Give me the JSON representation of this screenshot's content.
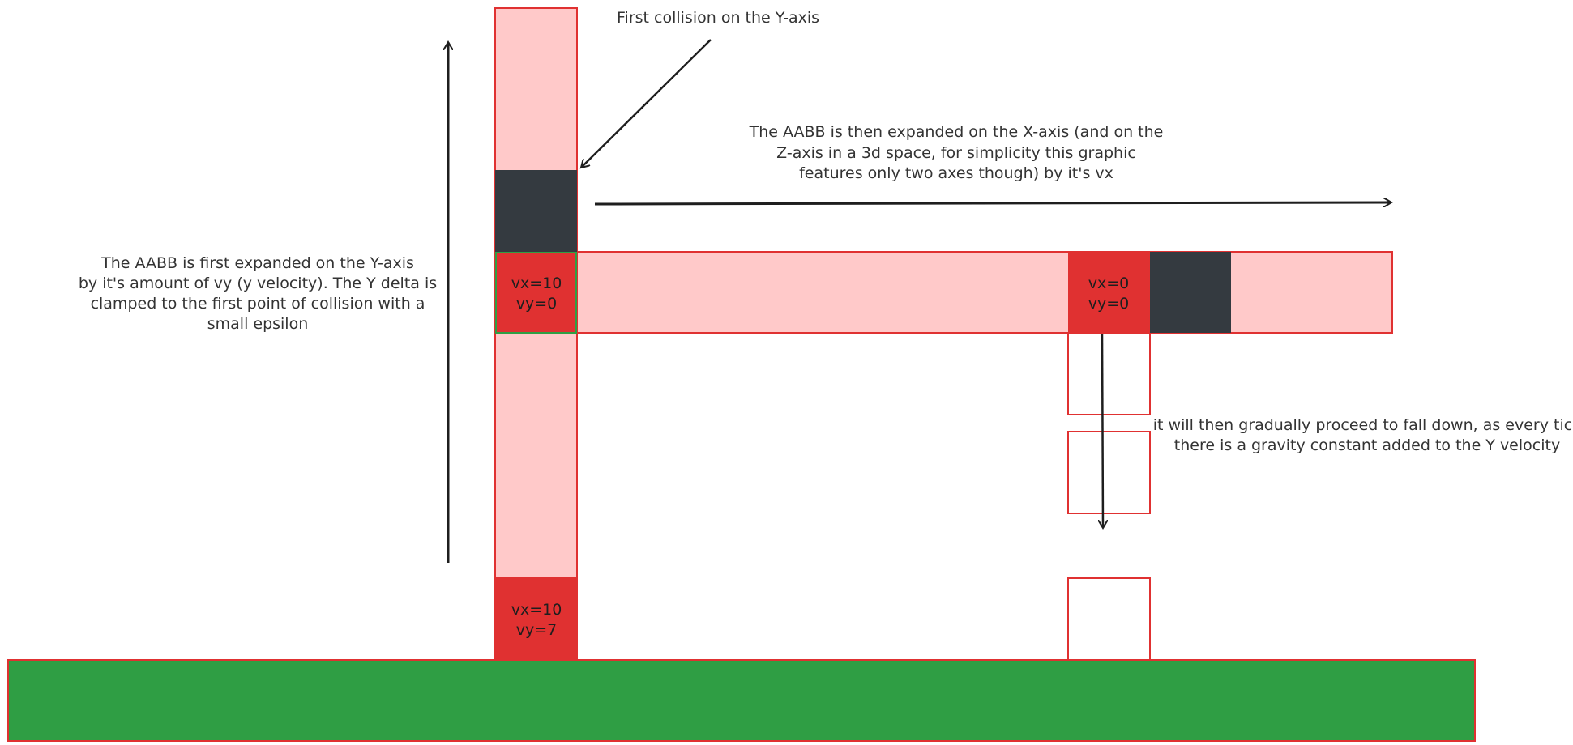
{
  "colors": {
    "trail_fill": "#ffc9c9",
    "trail_stroke": "#e03131",
    "box_red": "#e03131",
    "box_dark": "#343a40",
    "ground_green": "#2f9e44",
    "ground_stroke": "#e03131",
    "arrow": "#1e1e1e",
    "text": "#1e1e1e",
    "start_box_border": "#2f9e44"
  },
  "labels": {
    "first_collision": "First collision on the Y-axis",
    "y_expand_note": [
      "The AABB is first expanded on the Y-axis",
      "by it's amount of vy (y velocity). The Y delta is",
      "clamped to the first point of collision with a",
      "small epsilon"
    ],
    "x_expand_note": [
      "The AABB is then expanded on the X-axis (and on the",
      "Z-axis in a 3d space, for simplicity this graphic",
      "features only two axes though) by it's vx"
    ],
    "fall_note": [
      "it will then gradually proceed to fall down, as every tick",
      "there is a gravity constant added to the Y velocity"
    ],
    "box_start": [
      "vx=10",
      "vy=7"
    ],
    "box_mid": [
      "vx=10",
      "vy=0"
    ],
    "box_end": [
      "vx=0",
      "vy=0"
    ]
  }
}
